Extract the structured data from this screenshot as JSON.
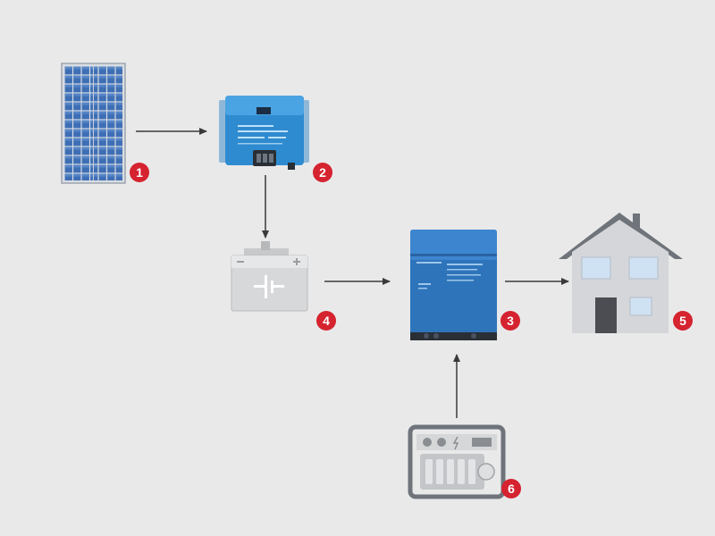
{
  "diagram": {
    "background": "#e9e9ea",
    "badge_color": "#d5232f",
    "arrow_color": "#3a3a3a",
    "components": [
      {
        "id": "solar-panel",
        "number": "1",
        "icon": "solar-panel-icon"
      },
      {
        "id": "charge-controller",
        "number": "2",
        "icon": "mppt-charge-controller-icon"
      },
      {
        "id": "inverter",
        "number": "3",
        "icon": "inverter-charger-icon"
      },
      {
        "id": "battery",
        "number": "4",
        "icon": "battery-icon"
      },
      {
        "id": "house",
        "number": "5",
        "icon": "house-icon"
      },
      {
        "id": "generator",
        "number": "6",
        "icon": "generator-icon"
      }
    ],
    "flows": [
      {
        "from": "solar-panel",
        "to": "charge-controller"
      },
      {
        "from": "charge-controller",
        "to": "battery"
      },
      {
        "from": "battery",
        "to": "inverter"
      },
      {
        "from": "inverter",
        "to": "house"
      },
      {
        "from": "generator",
        "to": "inverter"
      }
    ]
  }
}
